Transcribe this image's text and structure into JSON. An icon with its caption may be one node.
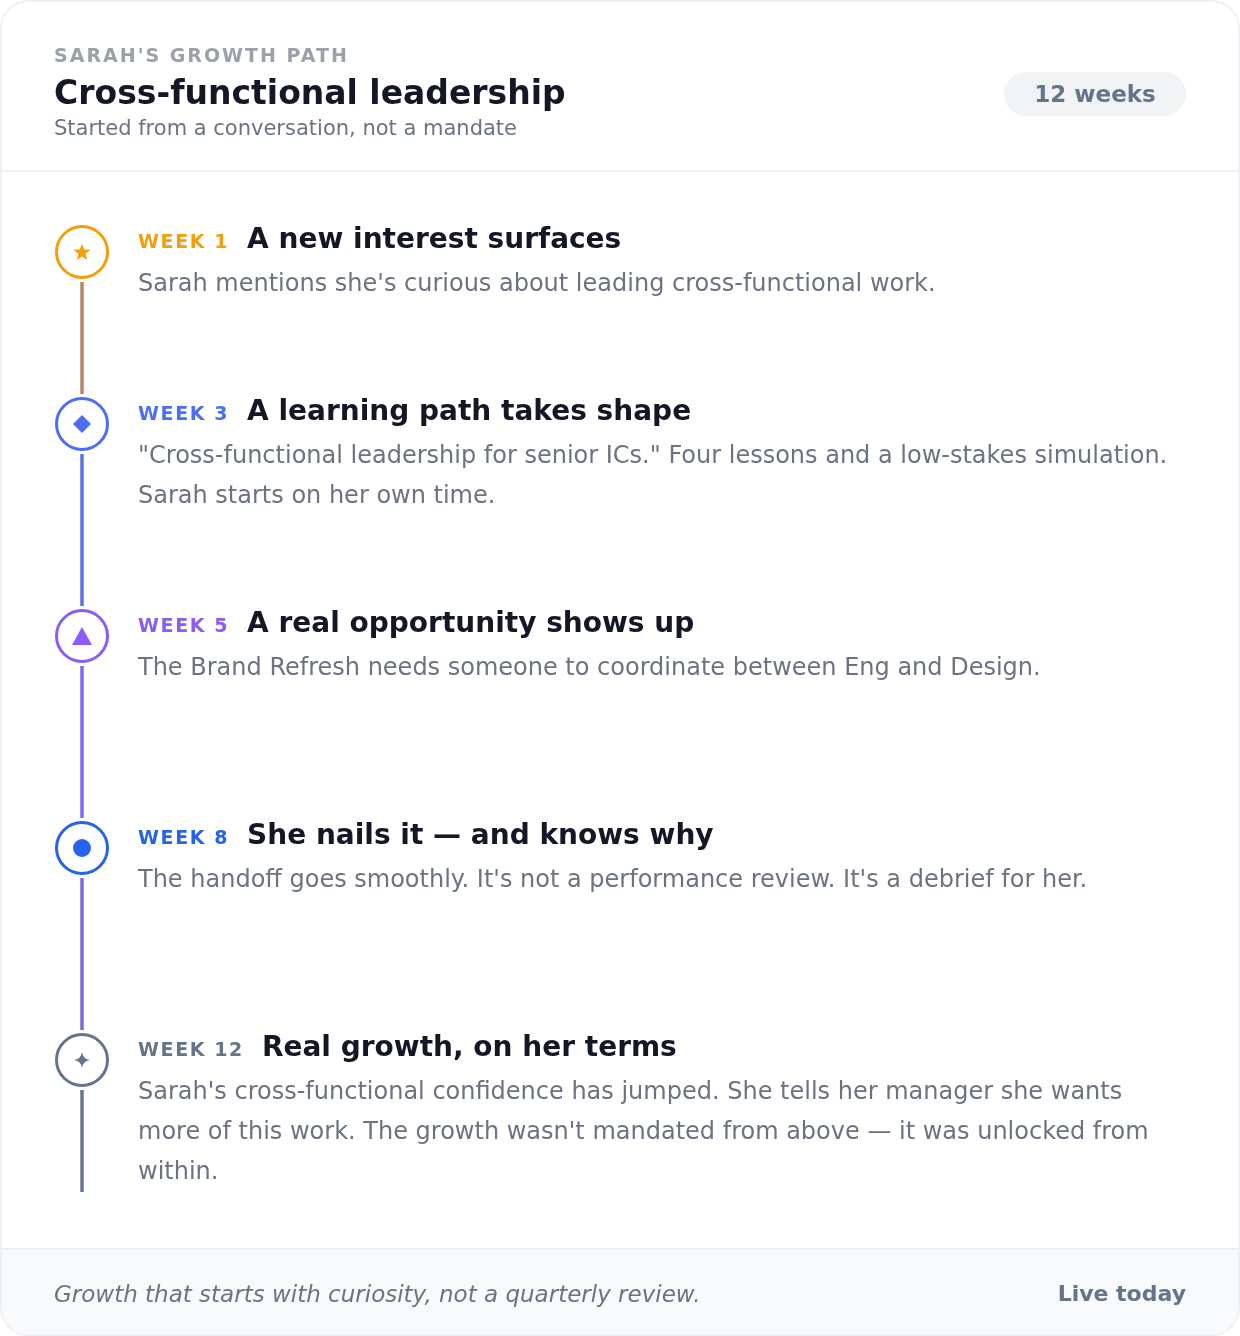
{
  "diagram": {
    "title": "Cross-functional leadership",
    "nodes": [
      {
        "text": [
          "12 weeks"
        ]
      },
      {
        "text": [],
        "shape": "circle",
        "beside": [
          "WEEK 1",
          "A new interest surfaces",
          "Sarah mentions she's curious about leading cross-functional work."
        ]
      },
      {
        "text": [],
        "shape": "circle",
        "beside": [
          "WEEK 3",
          "A learning path takes shape",
          "\"Cross-functional leadership for senior ICs.\" Four lessons and a low-stakes simulation. Sarah starts on her own time."
        ]
      },
      {
        "text": [],
        "shape": "circle",
        "beside": [
          "WEEK 5",
          "A real opportunity shows up",
          "The Brand Refresh needs someone to coordinate between Eng and Design."
        ]
      },
      {
        "text": [],
        "shape": "circle",
        "beside": [
          "WEEK 8",
          "She nails it — and knows why",
          "The handoff goes smoothly. It's not a performance review. It's a debrief for her."
        ]
      },
      {
        "text": [],
        "shape": "circle",
        "beside": [
          "WEEK 12",
          "Real growth, on her terms",
          "Sarah's cross-functional confidence has jumped. She tells her manager she wants more of this work. The growth wasn't mandated from above — it was unlocked from within."
        ]
      },
      {
        "text": [
          "Growth that starts with curiosity, not a quarterly review.",
          "Live today"
        ]
      }
    ],
    "edges": [
      {
        "from": 1,
        "to": 2,
        "arrow": "none",
        "color": "#b8866a"
      },
      {
        "from": 2,
        "to": 3,
        "arrow": "none",
        "color": "#5a72e6"
      },
      {
        "from": 3,
        "to": 4,
        "arrow": "none",
        "color": "#8466f4"
      },
      {
        "from": 4,
        "to": 5,
        "arrow": "none",
        "color": "#8068d8"
      },
      {
        "from": 5,
        "to": null,
        "arrow": "none",
        "color": "#68778f"
      }
    ],
    "labels": [
      "SARAH'S GROWTH PATH",
      "Started from a conversation, not a mandate"
    ]
  }
}
